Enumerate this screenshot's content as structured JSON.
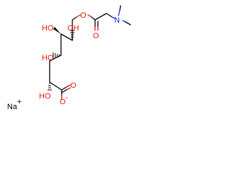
{
  "colors": {
    "bond": "#000000",
    "oxygen": "#e8170f",
    "nitrogen": "#1d2bd8",
    "sodium": "#000000",
    "background": "#ffffff"
  },
  "atoms": {
    "ester_o": "O",
    "carbonyl_o1": "O",
    "n": "N",
    "ho_c3": "HO",
    "oh_c2": "OH",
    "ho_c4": "HO",
    "carbonyl_o2": "O",
    "o_minus": "O",
    "ho_c5": "HO",
    "na": "Na"
  },
  "charges": {
    "o_minus": "-",
    "na": "+"
  }
}
